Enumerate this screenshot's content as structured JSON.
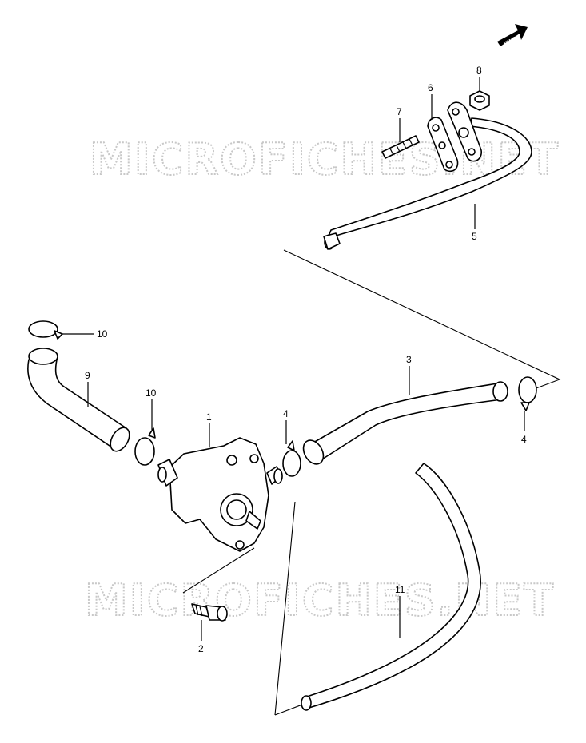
{
  "watermark": "MICROFICHES.NET",
  "fwd_label": "FWD",
  "callouts": {
    "c1": "1",
    "c2": "2",
    "c3": "3",
    "c4a": "4",
    "c4b": "4",
    "c5": "5",
    "c6": "6",
    "c7": "7",
    "c8": "8",
    "c9": "9",
    "c10a": "10",
    "c10b": "10",
    "c11": "11"
  }
}
